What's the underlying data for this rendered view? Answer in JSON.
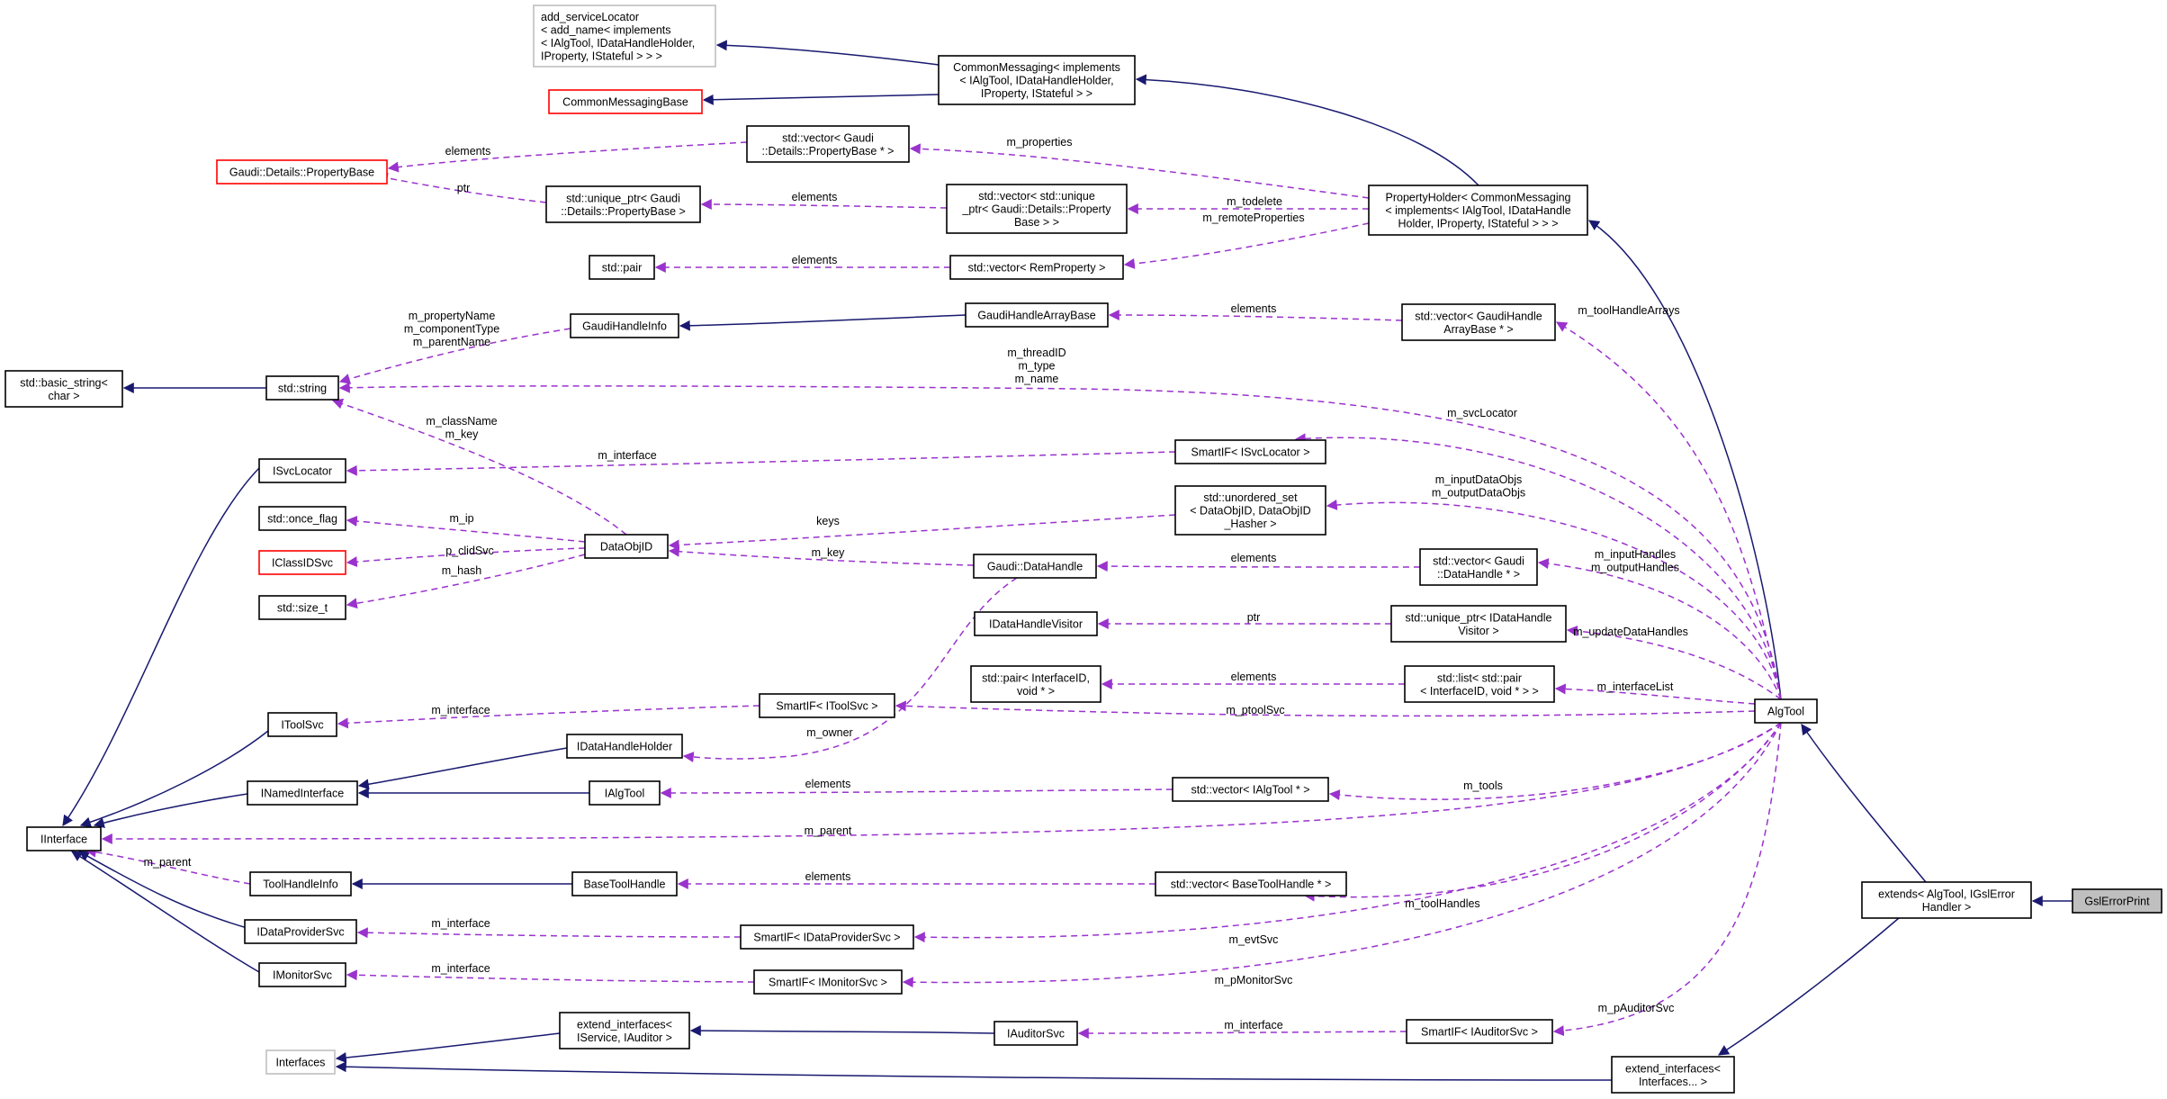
{
  "colors": {
    "inherit": "#191970",
    "use": "#9a32cd",
    "red_border": "#ff0000",
    "grey_border": "#bfbfbf",
    "target_fill": "#bfbfbf"
  },
  "nodes": {
    "add_serviceLocator": [
      "add_serviceLocator",
      "< add_name< implements",
      "< IAlgTool, IDataHandleHolder,",
      "IProperty, IStateful > > >"
    ],
    "CommonMessagingBase": [
      "CommonMessagingBase"
    ],
    "CommonMessaging": [
      "CommonMessaging< implements",
      "< IAlgTool, IDataHandleHolder,",
      "IProperty, IStateful > >"
    ],
    "PropertyBase": [
      "Gaudi::Details::PropertyBase"
    ],
    "vecPropertyBase": [
      "std::vector< Gaudi",
      "::Details::PropertyBase * >"
    ],
    "uptrPropertyBase": [
      "std::unique_ptr< Gaudi",
      "::Details::PropertyBase >"
    ],
    "vecUptrProperty": [
      "std::vector< std::unique",
      "_ptr< Gaudi::Details::Property",
      "Base > >"
    ],
    "PropertyHolder": [
      "PropertyHolder< CommonMessaging",
      "< implements< IAlgTool, IDataHandle",
      "Holder, IProperty, IStateful > > >"
    ],
    "stdpair": [
      "std::pair"
    ],
    "vecRemProperty": [
      "std::vector< RemProperty >"
    ],
    "GaudiHandleInfo": [
      "GaudiHandleInfo"
    ],
    "GaudiHandleArrayBase": [
      "GaudiHandleArrayBase"
    ],
    "vecGaudiHandleArrayBase": [
      "std::vector< GaudiHandle",
      "ArrayBase * >"
    ],
    "basicString": [
      "std::basic_string<",
      "char >"
    ],
    "stdstring": [
      "std::string"
    ],
    "ISvcLocator": [
      "ISvcLocator"
    ],
    "SmartISvcLocator": [
      "SmartIF< ISvcLocator >"
    ],
    "onceFlag": [
      "std::once_flag"
    ],
    "DataObjID": [
      "DataObjID"
    ],
    "unorderedSet": [
      "std::unordered_set",
      "< DataObjID, DataObjID",
      "_Hasher >"
    ],
    "IClassIDSvc": [
      "IClassIDSvc"
    ],
    "sizeT": [
      "std::size_t"
    ],
    "DataHandle": [
      "Gaudi::DataHandle"
    ],
    "vecDataHandle": [
      "std::vector< Gaudi",
      "::DataHandle * >"
    ],
    "IDataHandleVisitor": [
      "IDataHandleVisitor"
    ],
    "uptrVisitor": [
      "std::unique_ptr< IDataHandle",
      "Visitor >"
    ],
    "pairInterfaceID": [
      "std::pair< InterfaceID,",
      "void * >"
    ],
    "listPair": [
      "std::list< std::pair",
      "< InterfaceID, void * > >"
    ],
    "SmartIToolSvc": [
      "SmartIF< IToolSvc >"
    ],
    "IToolSvc": [
      "IToolSvc"
    ],
    "AlgTool": [
      "AlgTool"
    ],
    "IDataHandleHolder": [
      "IDataHandleHolder"
    ],
    "INamedInterface": [
      "INamedInterface"
    ],
    "IAlgTool": [
      "IAlgTool"
    ],
    "vecIAlgTool": [
      "std::vector< IAlgTool * >"
    ],
    "IInterface": [
      "IInterface"
    ],
    "ToolHandleInfo": [
      "ToolHandleInfo"
    ],
    "BaseToolHandle": [
      "BaseToolHandle"
    ],
    "vecBaseToolHandle": [
      "std::vector< BaseToolHandle * >"
    ],
    "extendsAlgTool": [
      "extends< AlgTool, IGslError",
      "Handler >"
    ],
    "GslErrorPrint": [
      "GslErrorPrint"
    ],
    "IDataProviderSvc": [
      "IDataProviderSvc"
    ],
    "SmartIDataProviderSvc": [
      "SmartIF< IDataProviderSvc >"
    ],
    "IMonitorSvc": [
      "IMonitorSvc"
    ],
    "SmartIMonitorSvc": [
      "SmartIF< IMonitorSvc >"
    ],
    "extendInterfacesIService": [
      "extend_interfaces<",
      "IService, IAuditor >"
    ],
    "IAuditorSvc": [
      "IAuditorSvc"
    ],
    "SmartIAuditorSvc": [
      "SmartIF< IAuditorSvc >"
    ],
    "Interfaces": [
      "Interfaces"
    ],
    "extendInterfaces": [
      "extend_interfaces<",
      "Interfaces... >"
    ]
  },
  "edge_labels": {
    "elements": "elements",
    "ptr": "ptr",
    "m_properties": "m_properties",
    "m_todelete": "m_todelete",
    "m_remoteProperties": "m_remoteProperties",
    "m_toolHandleArrays": "m_toolHandleArrays",
    "m_string_group": [
      "m_propertyName",
      "m_componentType",
      "m_parentName"
    ],
    "m_alg_string_group": [
      "m_threadID",
      "m_type",
      "m_name"
    ],
    "m_dataobj_string_group": [
      "m_className",
      "m_key"
    ],
    "m_svcLocator": "m_svcLocator",
    "m_interface": "m_interface",
    "m_dataObjs": [
      "m_inputDataObjs",
      "m_outputDataObjs"
    ],
    "keys": "keys",
    "m_ip": "m_ip",
    "p_clidSvc": "p_clidSvc",
    "m_hash": "m_hash",
    "m_key": "m_key",
    "m_handles": [
      "m_inputHandles",
      "m_outputHandles"
    ],
    "m_updateDataHandles": "m_updateDataHandles",
    "m_interfaceList": "m_interfaceList",
    "m_ptoolSvc": "m_ptoolSvc",
    "m_owner": "m_owner",
    "m_tools": "m_tools",
    "m_parent": "m_parent",
    "m_toolHandles": "m_toolHandles",
    "m_evtSvc": "m_evtSvc",
    "m_pMonitorSvc": "m_pMonitorSvc",
    "m_pAuditorSvc": "m_pAuditorSvc"
  }
}
